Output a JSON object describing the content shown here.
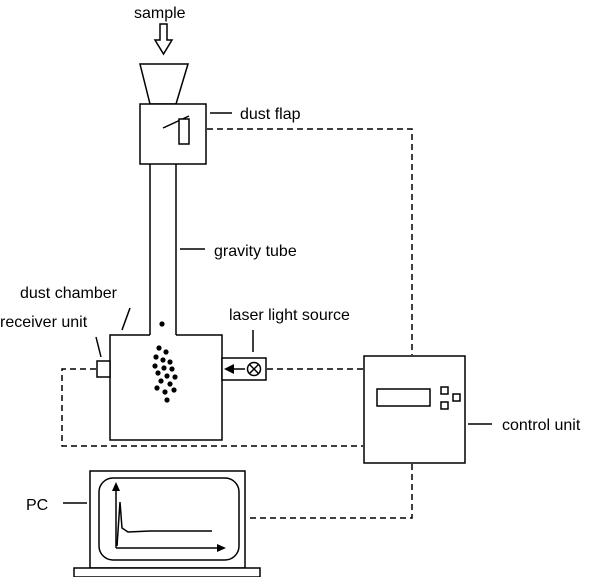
{
  "labels": {
    "sample": "sample",
    "dust_flap": "dust flap",
    "gravity_tube": "gravity tube",
    "dust_chamber": "dust chamber",
    "receiver_unit": "receiver unit",
    "laser_light_source": "laser light source",
    "control_unit": "control unit",
    "pc": "PC"
  },
  "colors": {
    "line": "#000000",
    "background": "#ffffff"
  },
  "icons": {
    "laser_emitter": "circle-cross-icon",
    "sample_input": "hollow-down-arrow-icon"
  }
}
